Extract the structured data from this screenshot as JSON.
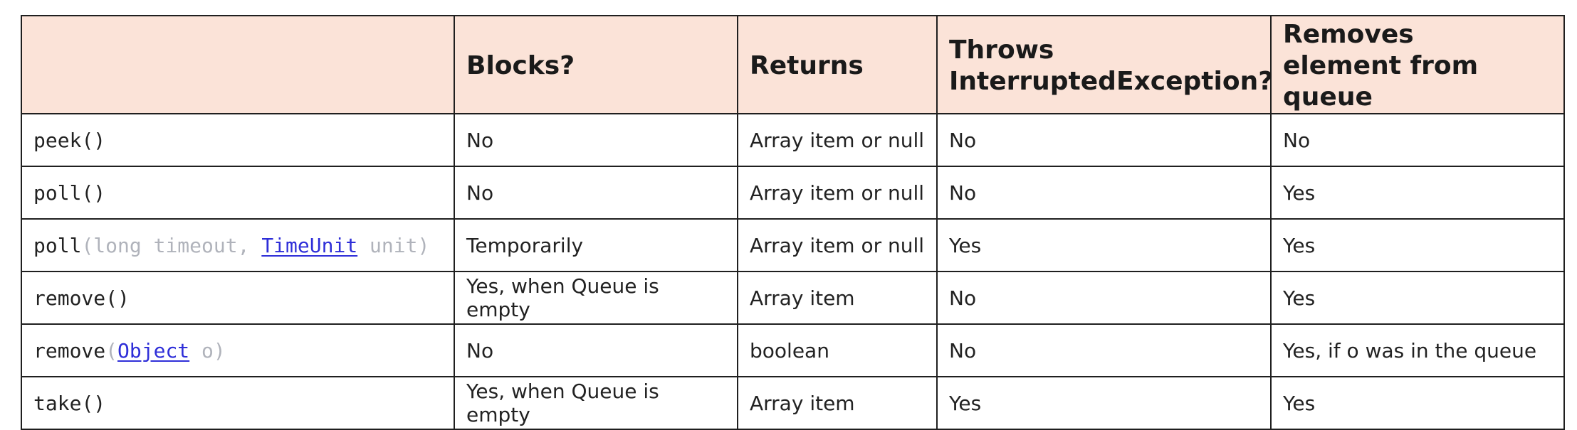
{
  "headers": [
    "",
    "Blocks?",
    "Returns",
    "Throws InterruptedException?",
    "Removes element from queue"
  ],
  "rows": [
    {
      "method": {
        "name": "peek",
        "open": "()",
        "p1": "",
        "link": "",
        "p2": "",
        "close": ""
      },
      "blocks": "No",
      "returns": "Array item or null",
      "throws": "No",
      "removes": "No"
    },
    {
      "method": {
        "name": "poll",
        "open": "()",
        "p1": "",
        "link": "",
        "p2": "",
        "close": ""
      },
      "blocks": "No",
      "returns": "Array item or null",
      "throws": "No",
      "removes": "Yes"
    },
    {
      "method": {
        "name": "poll",
        "open": "(",
        "p1": "long timeout, ",
        "link": "TimeUnit",
        "p2": " unit",
        "close": ")"
      },
      "blocks": "Temporarily",
      "returns": "Array item or null",
      "throws": "Yes",
      "removes": "Yes"
    },
    {
      "method": {
        "name": "remove",
        "open": "()",
        "p1": "",
        "link": "",
        "p2": "",
        "close": ""
      },
      "blocks": "Yes, when Queue is empty",
      "returns": "Array item",
      "throws": "No",
      "removes": "Yes"
    },
    {
      "method": {
        "name": "remove",
        "open": "(",
        "p1": "",
        "link": "Object",
        "p2": " o",
        "close": ")"
      },
      "blocks": "No",
      "returns": "boolean",
      "throws": "No",
      "removes": "Yes, if o was in the queue"
    },
    {
      "method": {
        "name": "take",
        "open": "()",
        "p1": "",
        "link": "",
        "p2": "",
        "close": ""
      },
      "blocks": "Yes, when Queue is empty",
      "returns": "Array item",
      "throws": "Yes",
      "removes": "Yes"
    }
  ],
  "colors": {
    "header_bg": "#fbe3d8",
    "link": "#2e2ed8",
    "param": "#b0b3bb"
  }
}
